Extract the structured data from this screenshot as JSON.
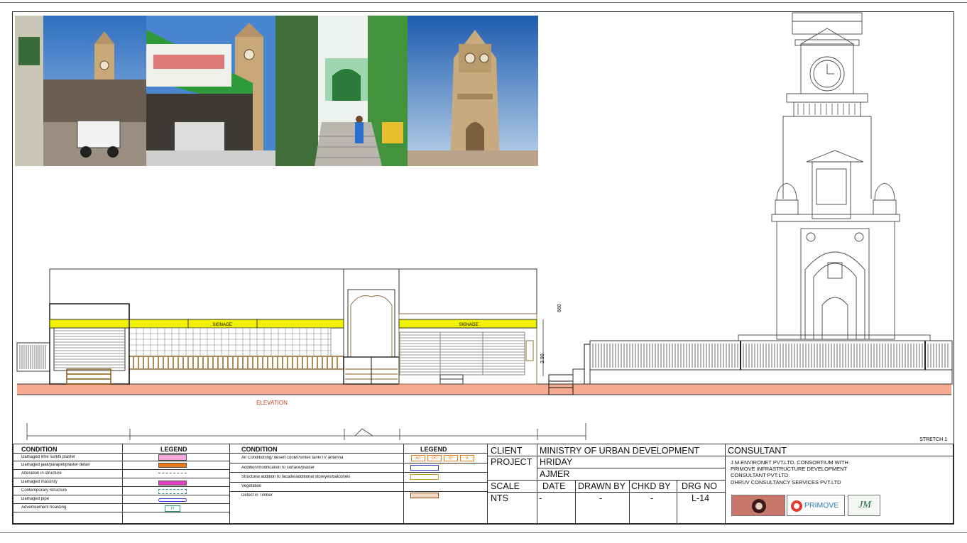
{
  "drawing": {
    "elevation_label": "ELEVATION",
    "signage_left": "SIGNAGE",
    "signage_right": "SIGNAGE",
    "dim_660": "660",
    "dim_390": "3.90",
    "stretch": "STRETCH 1"
  },
  "photos": [
    {
      "name": "photo-market-street"
    },
    {
      "name": "photo-shop-front"
    },
    {
      "name": "photo-steps-gateway"
    },
    {
      "name": "photo-clock-tower"
    }
  ],
  "legend": {
    "left_header_condition": "CONDITION",
    "left_header_legend": "LEGEND",
    "right_header_condition": "CONDITION",
    "right_header_legend": "LEGEND",
    "left_rows": [
      "Damaged lime surkhi plaster",
      "Damaged jaali/parapet/plaster detail",
      "Alteration in structure",
      "Damaged masonry",
      "Contemporary Structure",
      "Damaged pipe",
      "Advertisement hoarding"
    ],
    "right_rows": [
      "Air Conditioning/ desert cooler/sintex tank/TV antenna",
      "Addition/modification to surface/plaster",
      "Structural addition to facade/additional storeyes/balconies",
      "Vegetation",
      "Defect in Timber"
    ],
    "ac_labels": [
      "AC",
      "DC",
      "ST",
      "A"
    ],
    "hoarding_symbol": "H"
  },
  "titleblock": {
    "client_label": "CLIENT",
    "client_value": "MINISTRY OF URBAN DEVELOPMENT",
    "project_label": "PROJECT",
    "project_value": "HRIDAY",
    "location": "AJMER",
    "scale_label": "SCALE",
    "date_label": "DATE",
    "drawn_label": "DRAWN BY",
    "chkd_label": "CHKD BY",
    "drg_label": "DRG NO",
    "scale_value": "NTS",
    "date_value": "-",
    "drawn_value": "-",
    "chkd_value": "-",
    "drg_value": "L-14",
    "consultant_label": "CONSULTANT",
    "consultant_text_1": "J.M.ENVIRONET PVT.LTD. CONSORTIUM WITH",
    "consultant_text_2": "PRIMOVE INFRASTRUCTURE DEVELOPMENT",
    "consultant_text_3": "CONSULTANT PVT.LTD.",
    "consultant_text_4": "DHRUV CONSULTANCY SERVICES PVT.LTD",
    "logo_primove": "PRIMOVE",
    "logo_jm": "JM"
  },
  "colors": {
    "signage_yellow": "#f2f200",
    "plinth_salmon": "#f5a98e",
    "timber_brown": "#8a5a14",
    "damaged_plaster_pink": "#f6a7dc",
    "jaali_orange": "#e87a1a",
    "masonry_magenta": "#e040c0"
  }
}
